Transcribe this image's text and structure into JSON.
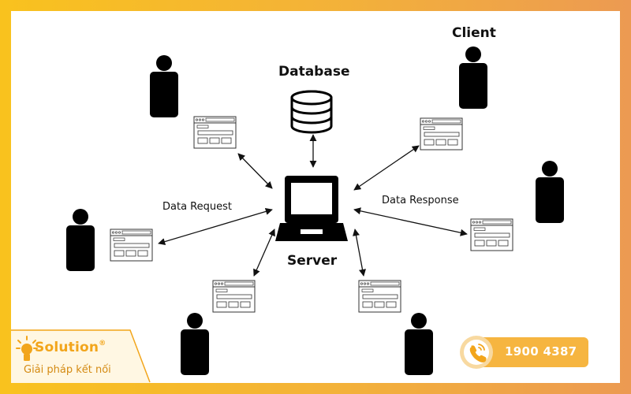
{
  "labels": {
    "client": "Client",
    "database": "Database",
    "server": "Server",
    "data_request": "Data Request",
    "data_response": "Data Response"
  },
  "brand": {
    "name": "Solution",
    "registered": "®",
    "tagline": "Giải pháp kết nối"
  },
  "hotline": {
    "number": "1900 4387"
  },
  "colors": {
    "accent": "#f6b540",
    "frame": "#f9c21e"
  }
}
